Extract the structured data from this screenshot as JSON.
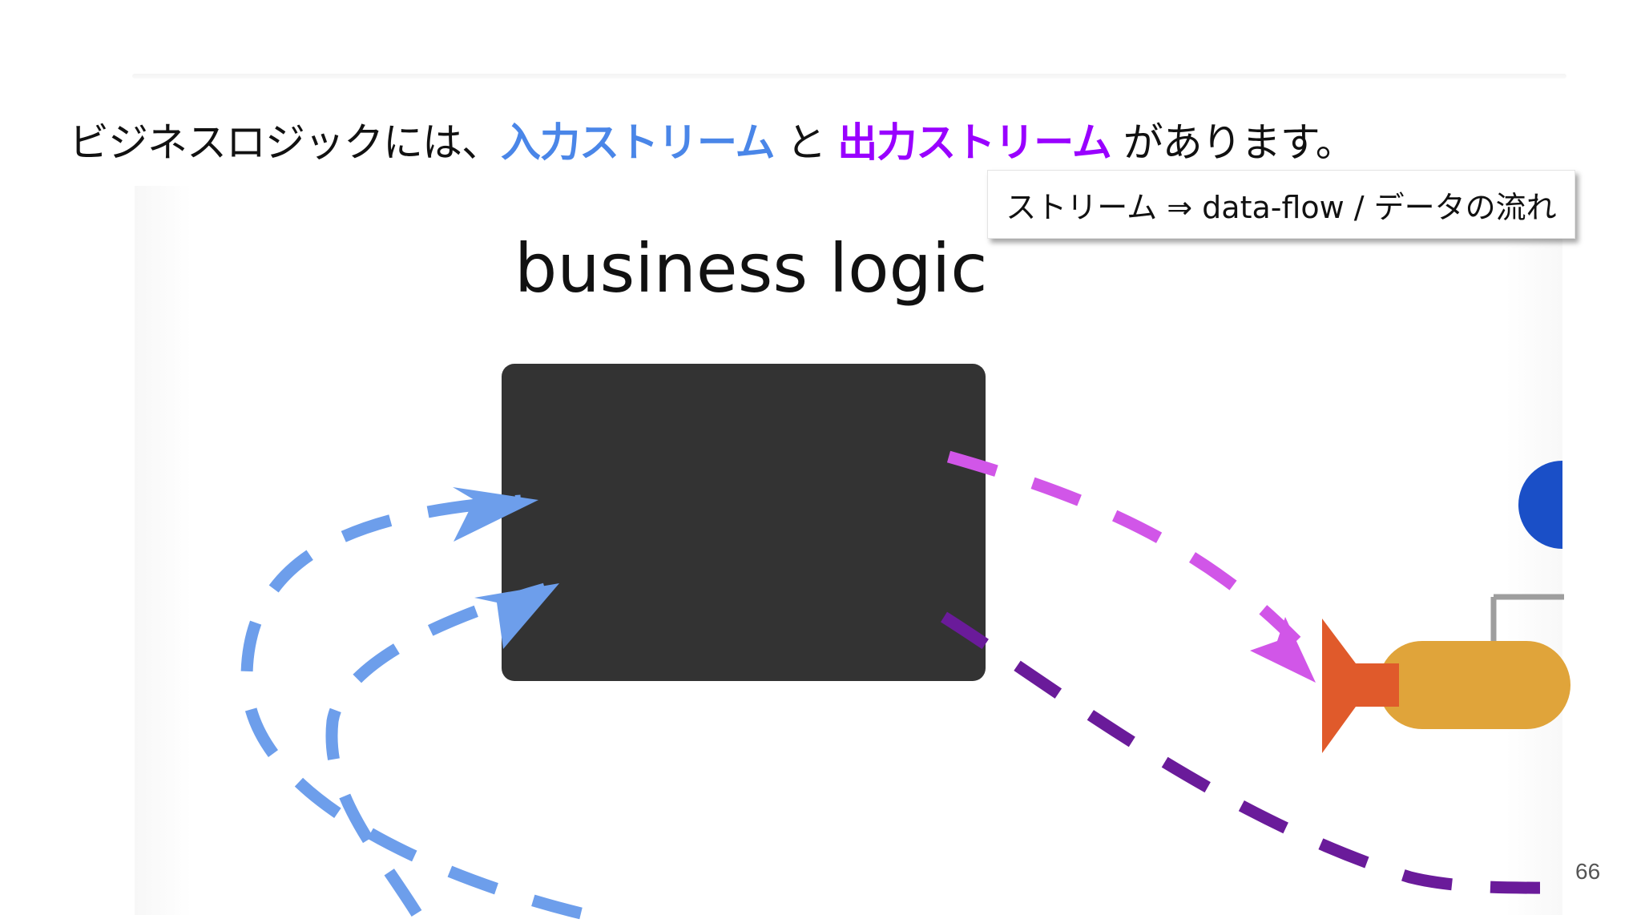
{
  "headline": {
    "prefix": "ビジネスロジックには、",
    "input_stream": "入力ストリーム",
    "joiner": " と ",
    "output_stream": "出力ストリーム",
    "suffix": " があります。"
  },
  "note": {
    "text": "ストリーム ⇒ data-flow / データの流れ"
  },
  "diagram": {
    "title": "business logic",
    "colors": {
      "box": "#333333",
      "input_arrows": "#6d9eeb",
      "output_arrow_light": "#d156e8",
      "output_arrow_dark": "#6a1b9a",
      "component_body": "#e0a43a",
      "component_cone": "#e05a2b",
      "component_dot": "#1a4fc7"
    }
  },
  "page_number": "66"
}
